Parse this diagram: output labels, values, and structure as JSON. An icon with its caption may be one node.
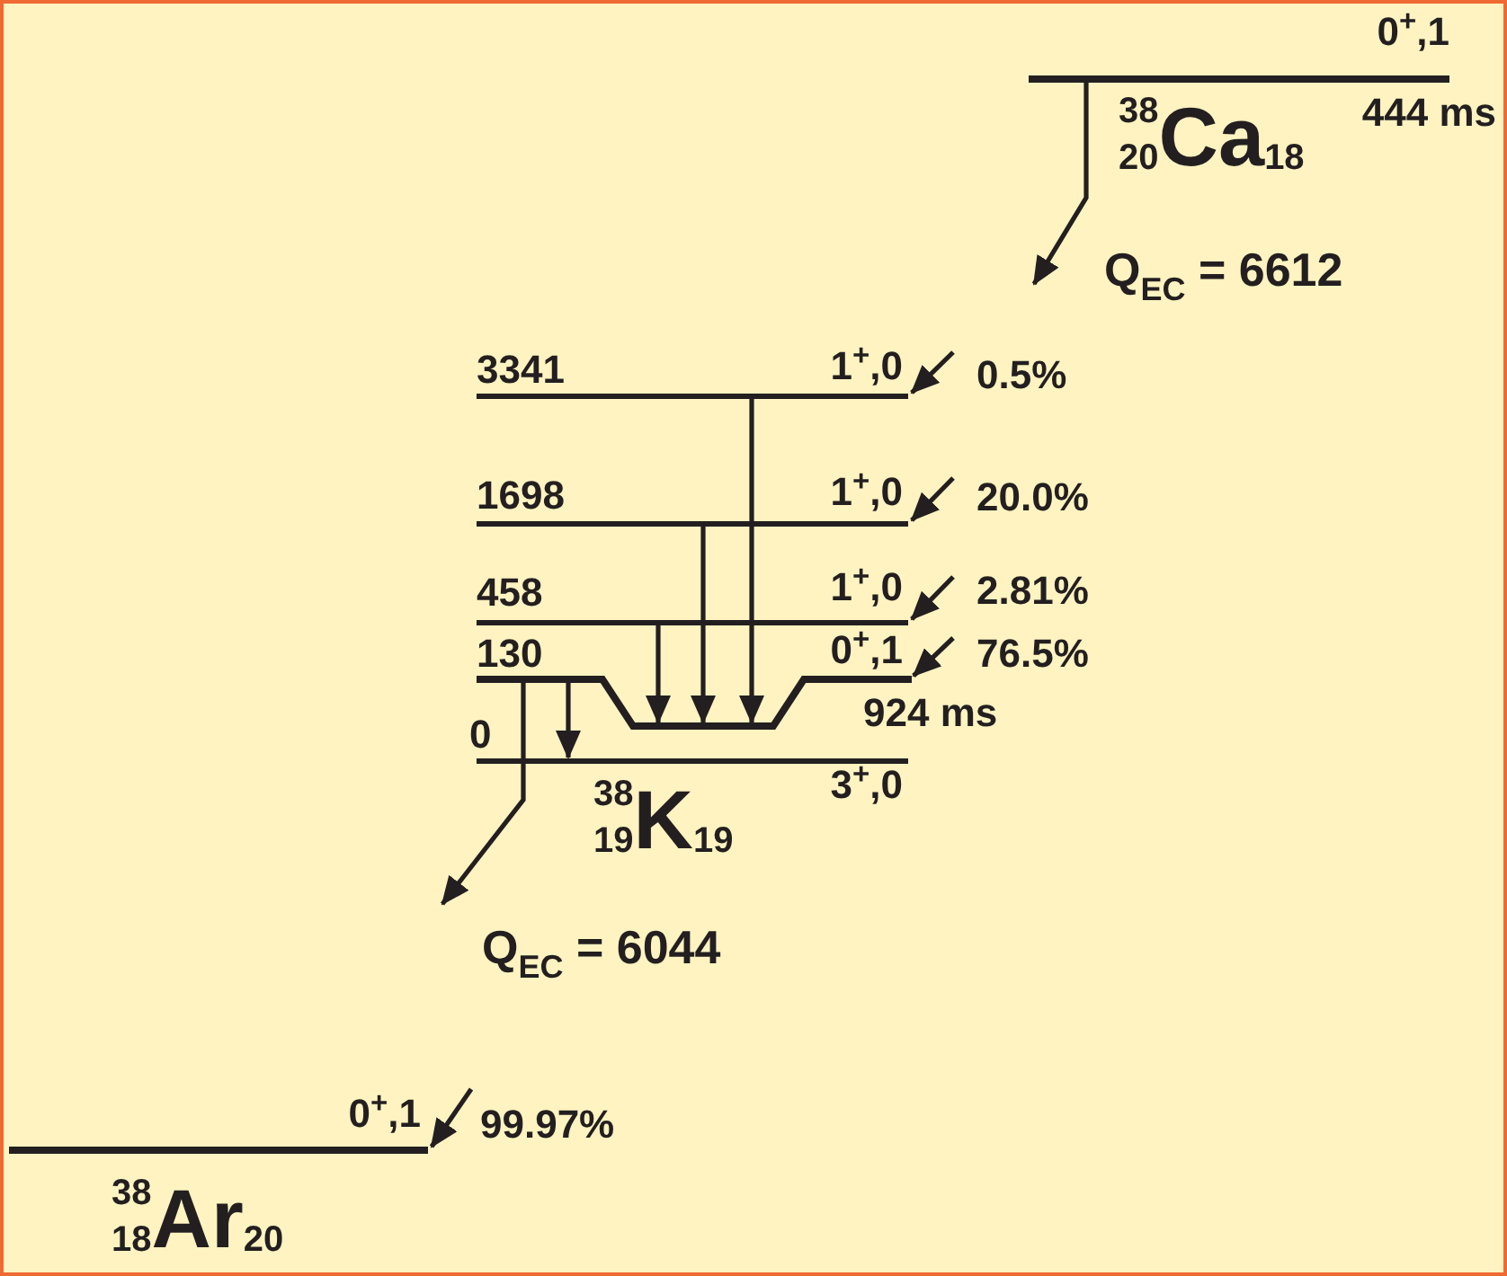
{
  "diagram": {
    "nodes": [
      {
        "text": [
          "0$^{+}$,1",
          "$^{38}$$_{20}$Ca$_{18}$",
          "444 ms"
        ]
      },
      {
        "text": [
          "3341",
          "1$^{+}$,0"
        ],
        "beside": [
          "0.5%"
        ]
      },
      {
        "text": [
          "1698",
          "1$^{+}$,0"
        ],
        "beside": [
          "20.0%"
        ]
      },
      {
        "text": [
          "458",
          "1$^{+}$,0"
        ]
      },
      {
        "text": [
          "130",
          "0$^{+}$,1",
          "924 ms"
        ],
        "beside": [
          "76.5%"
        ]
      },
      {
        "text": [
          "0",
          "$^{38}$$_{19}$K$_{19}$",
          "3$^{+}$,0"
        ]
      },
      {
        "text": [
          "0$^{+}$,1",
          "$^{38}$$_{18}$Ar$_{20}$"
        ],
        "beside": [
          "99.97%"
        ]
      }
    ],
    "edges": [
      {
        "from": 0,
        "to": null,
        "arrow": "to"
      },
      {
        "from": null,
        "to": 1,
        "arrow": "to"
      },
      {
        "from": null,
        "to": 2,
        "arrow": "to"
      },
      {
        "from": null,
        "to": 3,
        "arrow": "to"
      },
      {
        "from": null,
        "to": 4,
        "arrow": "to"
      },
      {
        "from": 1,
        "to": 4,
        "arrow": "to"
      },
      {
        "from": 2,
        "to": 4,
        "arrow": "to"
      },
      {
        "from": 3,
        "to": 4,
        "arrow": "to"
      },
      {
        "from": 4,
        "to": 5,
        "arrow": "to"
      },
      {
        "from": 4,
        "to": null,
        "arrow": "to"
      },
      {
        "from": null,
        "to": 6,
        "arrow": "to"
      }
    ],
    "labels": [
      "Q$_{EC}$ = 6612",
      "2.81%",
      "Q$_{EC}$ = 6044"
    ]
  }
}
